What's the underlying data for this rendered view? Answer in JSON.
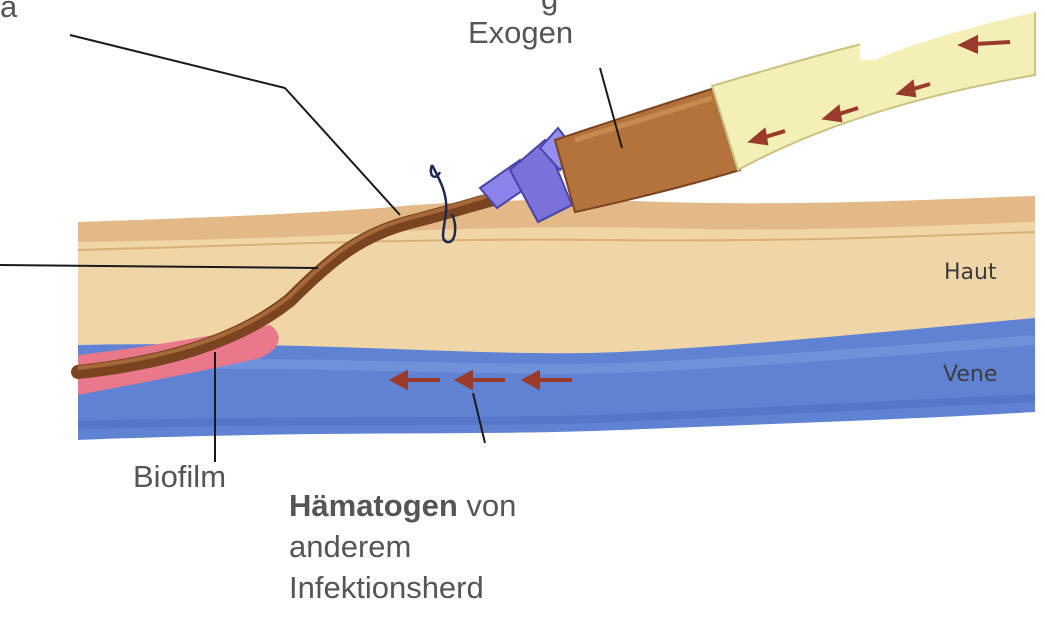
{
  "labels": {
    "top_fragment": "a",
    "exogen": "Exogen",
    "exogen_fragment": "g",
    "haut": "Haut",
    "vene": "Vene",
    "biofilm": "Biofilm",
    "hematogen_bold": "Hämatogen",
    "hematogen_rest_1": " von",
    "hematogen_rest_2": "anderem",
    "hematogen_rest_3": "Infektionsherd"
  },
  "colors": {
    "skin_top": "#e9c79a",
    "skin_mid": "#f2d9a8",
    "skin_dark": "#d9b07a",
    "vein": "#5b7fcf",
    "vein_light": "#7d9be0",
    "catheter": "#8a4f25",
    "hub": "#7b72d9",
    "tube": "#f3eeb5",
    "biofilm": "#e8788a",
    "arrow": "#9a3a2a"
  }
}
